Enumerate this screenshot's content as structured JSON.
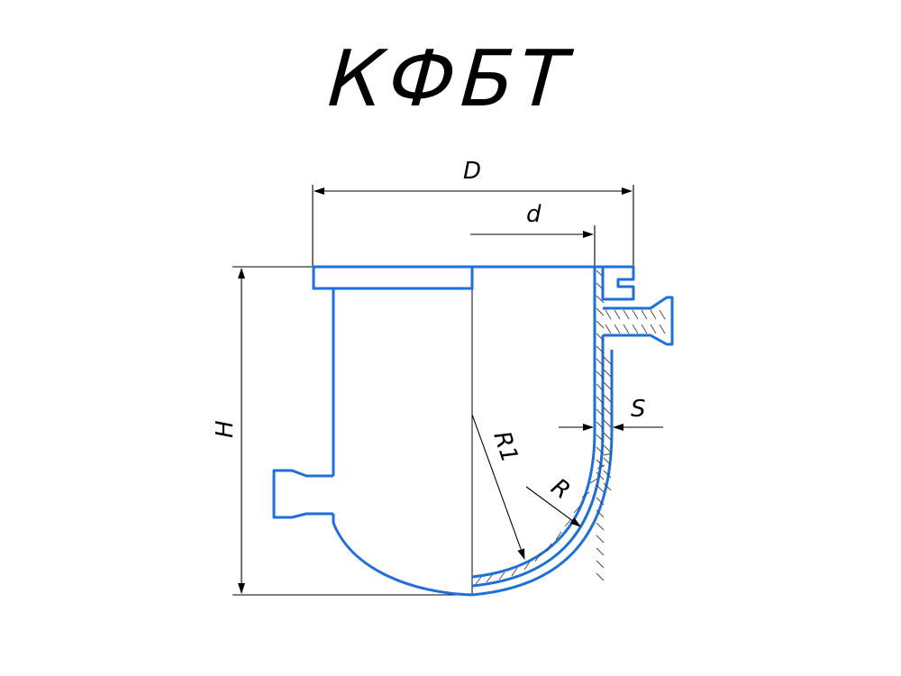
{
  "title": "КФБТ",
  "dimensions": {
    "outer_diameter": "D",
    "inner_diameter": "d",
    "height": "H",
    "inner_radius": "R1",
    "outer_radius": "R",
    "wall_thickness": "S"
  },
  "colors": {
    "vessel_outline": "#1e6fd9",
    "dimension_lines": "#000000",
    "background": "#ffffff"
  }
}
